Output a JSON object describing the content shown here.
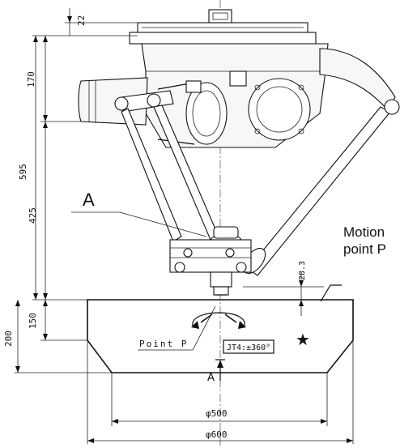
{
  "dimensions": {
    "top_offset": "22",
    "base_height": "170",
    "total_height": "595",
    "arm_height": "425",
    "lower_total": "200",
    "lower_stroke": "150",
    "clearance": "28.3",
    "inner_diameter": "φ500",
    "outer_diameter": "φ600"
  },
  "labels": {
    "view_a": "A",
    "section_a": "A",
    "point_p": "Point P",
    "jt4": "JT4:±360°",
    "motion_range_line1": "Motion",
    "motion_range_line2": "point P"
  },
  "symbols": {
    "star": "★",
    "icons": [
      "star-icon",
      "rotation-arrow-icon",
      "section-arrow-icon"
    ]
  },
  "colors": {
    "line": "#111111",
    "background": "#ffffff"
  }
}
